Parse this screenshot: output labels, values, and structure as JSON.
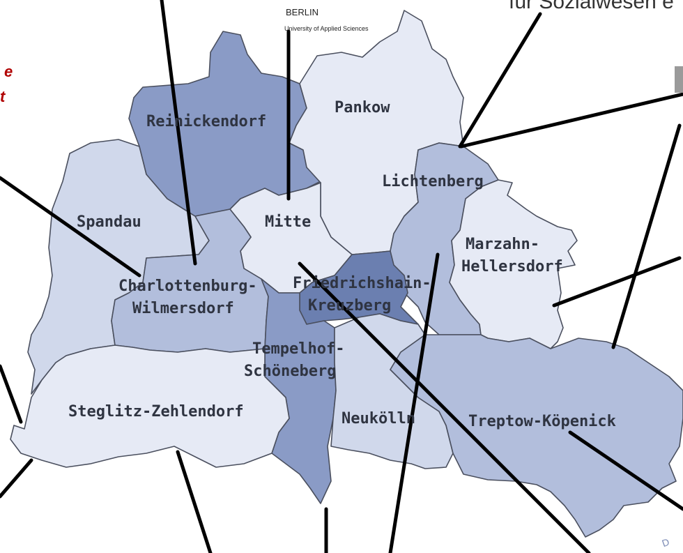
{
  "header": {
    "org_name": "BERLIN",
    "org_sub": "University of Applied Sciences",
    "top_right_fragment": "für Sozialwesen e",
    "bottom_right_fragment": "D"
  },
  "side_text": {
    "line1": "e",
    "line2": "t"
  },
  "colors": {
    "darkest": "#6b7fb0",
    "dark": "#8a9bc6",
    "medium": "#b2bedc",
    "light": "#d0d8eb",
    "lightest": "#e6eaf5",
    "border": "#4a4f5e",
    "annotation_red": "#b00000"
  },
  "districts": [
    {
      "id": "reinickendorf",
      "name": "Reinickendorf",
      "shade": "dark"
    },
    {
      "id": "pankow",
      "name": "Pankow",
      "shade": "lightest"
    },
    {
      "id": "lichtenberg",
      "name": "Lichtenberg",
      "shade": "medium"
    },
    {
      "id": "spandau",
      "name": "Spandau",
      "shade": "light"
    },
    {
      "id": "mitte",
      "name": "Mitte",
      "shade": "lightest"
    },
    {
      "id": "marzahn",
      "name_line1": "Marzahn-",
      "name_line2": "Hellersdorf",
      "shade": "lightest"
    },
    {
      "id": "charlottenburg",
      "name_line1": "Charlottenburg-",
      "name_line2": "Wilmersdorf",
      "shade": "medium"
    },
    {
      "id": "friedrichshain",
      "name_line1": "Friedrichshain-",
      "name_line2": "Kreuzberg",
      "shade": "darkest"
    },
    {
      "id": "tempelhof",
      "name_line1": "Tempelhof-",
      "name_line2": "Schöneberg",
      "shade": "dark"
    },
    {
      "id": "steglitz",
      "name": "Steglitz-Zehlendorf",
      "shade": "lightest"
    },
    {
      "id": "neukoelln",
      "name": "Neukölln",
      "shade": "light"
    },
    {
      "id": "treptow",
      "name": "Treptow-Köpenick",
      "shade": "medium"
    }
  ]
}
